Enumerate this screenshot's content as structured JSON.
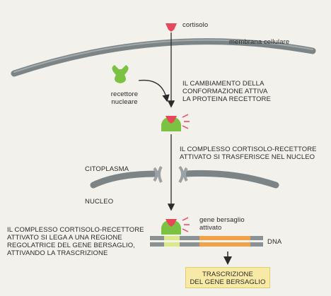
{
  "labels": {
    "cortisol": "cortisolo",
    "membrane": "membrana cellulare",
    "receptor_line1": "recettore",
    "receptor_line2": "nucleare",
    "step1_line1": "IL CAMBIAMENTO DELLA",
    "step1_line2": "CONFORMAZIONE ATTIVA",
    "step1_line3": "LA PROTEINA RECETTORE",
    "step2_line1": "IL COMPLESSO CORTISOLO-RECETTORE",
    "step2_line2": "ATTIVATO SI TRASFERISCE NEL NUCLEO",
    "cytoplasm": "CITOPLASMA",
    "nucleus": "NUCLEO",
    "target_gene_line1": "gene bersaglio",
    "target_gene_line2": "attivato",
    "dna": "DNA",
    "step3_line1": "IL COMPLESSO CORTISOLO-RECETTORE",
    "step3_line2": "ATTIVATO SI LEGA A UNA REGIONE",
    "step3_line3": "REGOLATRICE DEL GENE BERSAGLIO,",
    "step3_line4": "ATTIVANDO LA TRASCRIZIONE",
    "result_line1": "TRASCRIZIONE",
    "result_line2": "DEL GENE BERSAGLIO"
  },
  "colors": {
    "background": "#f3f1ec",
    "membrane": "#7d8486",
    "cortisol": "#e8475a",
    "receptor": "#7cc242",
    "dna_strand": "#8a9294",
    "dna_regulatory": "#dbe98a",
    "dna_gene": "#f0a24a",
    "result_box": "#f7e9a6",
    "arrow": "#2b2b2b"
  }
}
